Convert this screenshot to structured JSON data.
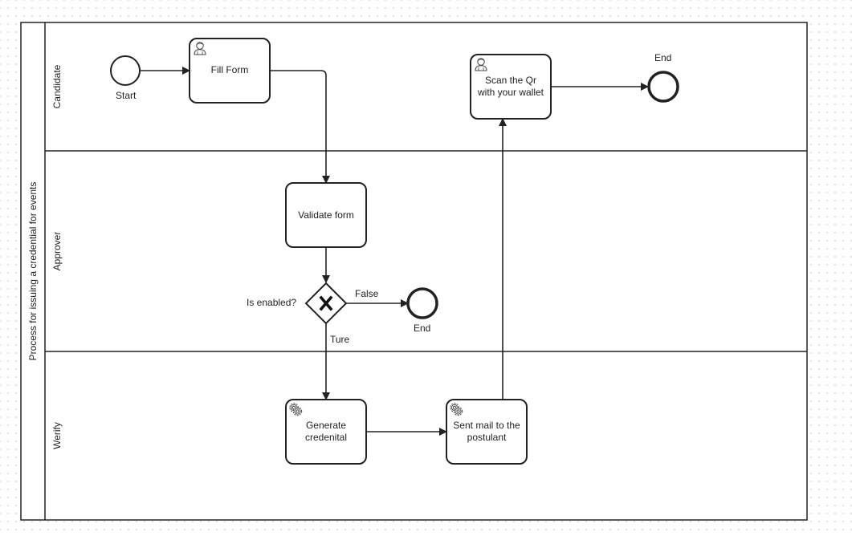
{
  "pool": {
    "name": "Process for issuing a credential for events",
    "lanes": [
      "Candidate",
      "Approver",
      "Werify"
    ]
  },
  "events": {
    "start": "Start",
    "end_candidate": "End",
    "end_approver": "End"
  },
  "tasks": {
    "fill_form": "Fill Form",
    "scan_qr_line1": "Scan the Qr",
    "scan_qr_line2": "with your wallet",
    "validate_form": "Validate form",
    "generate_line1": "Generate",
    "generate_line2": "credenital",
    "sent_mail_line1": "Sent mail to the",
    "sent_mail_line2": "postulant"
  },
  "gateway": {
    "question": "Is enabled?",
    "false_label": "False",
    "true_label": "Ture"
  },
  "icons": {
    "user_task": "user-icon",
    "service_task": "gear-icon",
    "gateway_marker": "x-icon"
  }
}
